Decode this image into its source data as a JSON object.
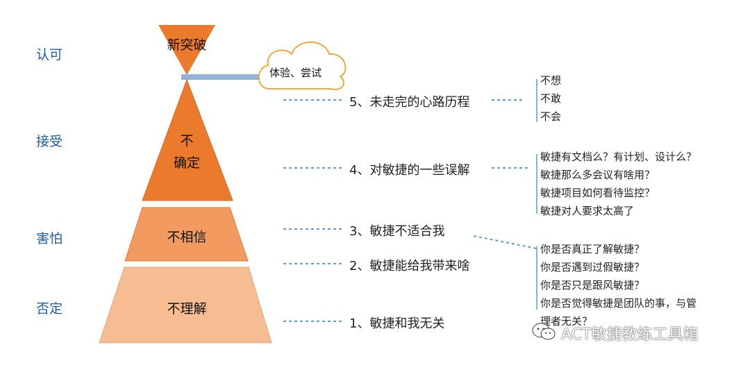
{
  "stages": [
    "认可",
    "接受",
    "害怕",
    "否定"
  ],
  "pyramid": {
    "top_label": "新突破",
    "cloud_label": "体验、尝试",
    "layer_uncertain_line1": "不",
    "layer_uncertain_line2": "确定",
    "layer_distrust": "不相信",
    "layer_not_understand": "不理解"
  },
  "steps": [
    "5、未走完的心路历程",
    "4、对敏捷的一些误解",
    "3、敏捷不适合我",
    "2、敏捷能给我带来啥",
    "1、敏捷和我无关"
  ],
  "lists": {
    "step5": [
      "不想",
      "不敢",
      "不会"
    ],
    "step4": [
      "敏捷有文档么？有计划、设计么？",
      "敏捷那么多会议有啥用？",
      "敏捷项目如何看待监控？",
      "敏捷对人要求太高了"
    ],
    "step3": [
      "你是否真正了解敏捷？",
      "你是否遇到过假敏捷？",
      "你是否只是跟风敏捷？",
      "你是否觉得敏捷是团队的事，与管",
      "理者无关？"
    ]
  },
  "watermark": "ACT敏捷教练工具箱",
  "colors": {
    "top": "#ec7a2c",
    "uncertain": "#ec7a2c",
    "distrust": "#f29a5f",
    "not_understand": "#f6bd93",
    "stage_text": "#1f5fa8",
    "dash": "#5b9bd5",
    "cloud_stroke": "#f0a93a"
  }
}
